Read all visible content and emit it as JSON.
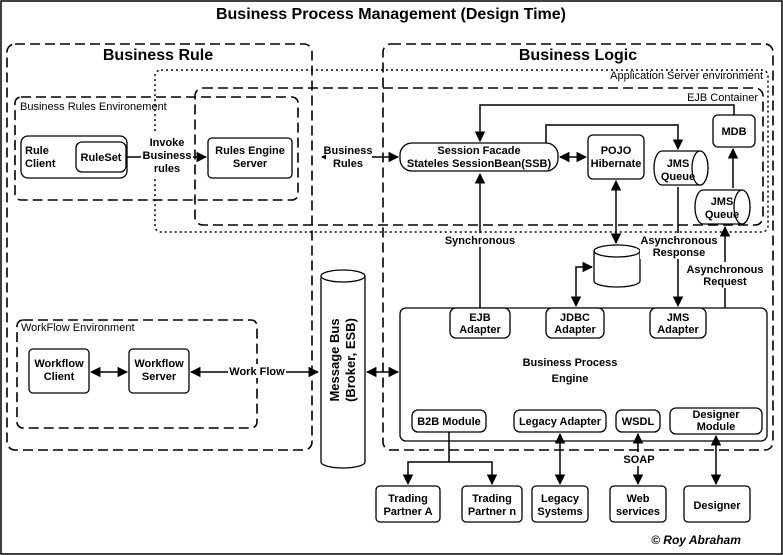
{
  "title": "Business Process Management (Design Time)",
  "regions": {
    "business_rule": "Business Rule",
    "business_logic": "Business Logic",
    "app_server": "Application Server environment",
    "ejb_container": "EJB Container",
    "rules_env": "Business Rules Environement",
    "workflow_env": "WorkFlow Environment"
  },
  "boxes": {
    "rule_client": [
      "Rule",
      "Client"
    ],
    "ruleset": "RuleSet",
    "rules_engine": [
      "Rules Engine",
      "Server"
    ],
    "session_facade": [
      "Session Facade",
      "Stateles SessionBean(SSB)"
    ],
    "pojo": [
      "POJO",
      "Hibernate"
    ],
    "mdb": "MDB",
    "jms_queue_1": [
      "JMS",
      "Queue"
    ],
    "jms_queue_2": [
      "JMS",
      "Queue"
    ],
    "workflow_client": [
      "Workflow",
      "Client"
    ],
    "workflow_server": [
      "Workflow",
      "Server"
    ],
    "message_bus": [
      "Message Bus",
      "(Broker, ESB)"
    ],
    "ejb_adapter": [
      "EJB",
      "Adapter"
    ],
    "jdbc_adapter": [
      "JDBC",
      "Adapter"
    ],
    "jms_adapter": [
      "JMS",
      "Adapter"
    ],
    "bpe": [
      "Business Process",
      "Engine"
    ],
    "b2b": "B2B Module",
    "legacy_adapter": "Legacy Adapter",
    "wsdl": "WSDL",
    "designer_module": [
      "Designer",
      "Module"
    ],
    "trading_a": [
      "Trading",
      "Partner A"
    ],
    "trading_n": [
      "Trading",
      "Partner n"
    ],
    "legacy_systems": [
      "Legacy",
      "Systems"
    ],
    "web_services": [
      "Web",
      "services"
    ],
    "designer": "Designer"
  },
  "edge_labels": {
    "invoke": [
      "Invoke",
      "Business",
      "rules"
    ],
    "business_rules": [
      "Business",
      "Rules"
    ],
    "synchronous": "Synchronous",
    "async_response": [
      "Asynchronous",
      "Response"
    ],
    "async_request": [
      "Asynchronous",
      "Request"
    ],
    "work_flow": "Work Flow",
    "soap": "SOAP"
  },
  "copyright": "© Roy Abraham"
}
